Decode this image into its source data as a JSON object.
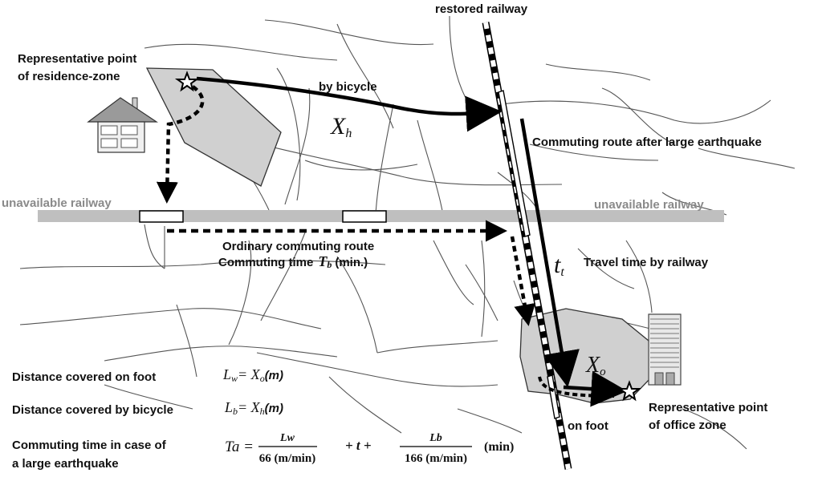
{
  "labels": {
    "restored_railway": "restored railway",
    "residence_point": [
      "Representative point",
      "of residence-zone"
    ],
    "by_bicycle": "by bicycle",
    "xh_main": "X",
    "xh_sub": "h",
    "commuting_after": "Commuting route after large earthquake",
    "unavailable_left": "unavailable railway",
    "unavailable_right": "unavailable railway",
    "ordinary_route": "Ordinary commuting route",
    "commuting_time": "Commuting time",
    "tb_main": "T",
    "tb_sub": "b",
    "tb_unit": "(min.)",
    "tt_main": "t",
    "tt_sub": "t",
    "travel_time": "Travel time by railway",
    "xo_main": "X",
    "xo_sub": "o",
    "office_point": [
      "Representative point",
      "of office zone"
    ],
    "on_foot": "on foot"
  },
  "formulas": {
    "foot_label": "Distance covered on foot",
    "foot_eq": "L",
    "foot_eq_sub": "w",
    "foot_eq_rhs": "= X",
    "foot_eq_rhs_sub": "o",
    "foot_unit": "(m)",
    "bike_label": "Distance covered by bicycle",
    "bike_eq": "L",
    "bike_eq_sub": "b",
    "bike_eq_rhs": "= X",
    "bike_eq_rhs_sub": "h",
    "bike_unit": "(m)",
    "quake_label": [
      "Commuting time in case of",
      "a large earthquake"
    ],
    "ta": "Ta =",
    "frac1_num": "Lw",
    "frac1_den": "66 (m/min)",
    "plus_t": "+ t +",
    "frac2_num": "Lb",
    "frac2_den": "166 (m/min)",
    "min_unit": "(min)"
  }
}
